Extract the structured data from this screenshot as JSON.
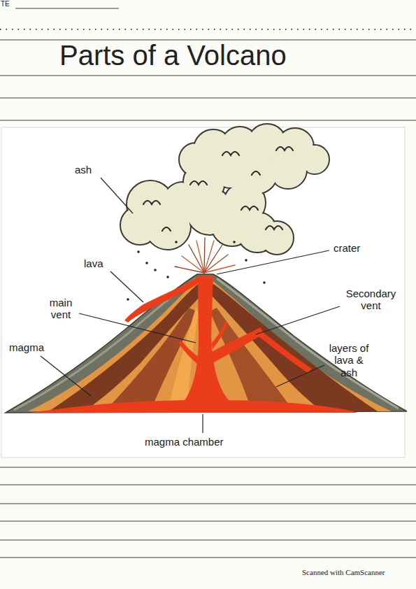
{
  "diagram": {
    "title": "Parts of a Volcano",
    "labels": [
      "TE",
      "ash",
      "crater",
      "lava",
      "Secondary vent",
      "main vent",
      "magma",
      "layers of lava & ash",
      "magma chamber",
      "Scanned with CamScanner"
    ]
  }
}
